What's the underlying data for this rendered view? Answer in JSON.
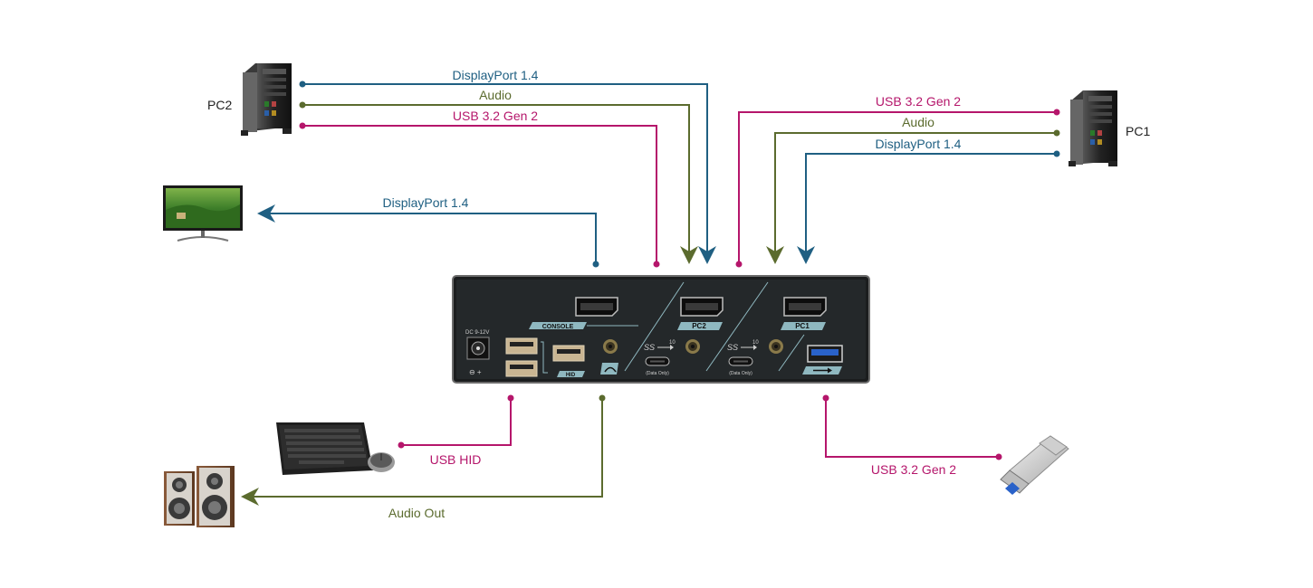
{
  "devices": {
    "pc1": "PC1",
    "pc2": "PC2"
  },
  "connections": {
    "pc2_displayport": "DisplayPort 1.4",
    "pc2_audio": "Audio",
    "pc2_usb": "USB 3.2 Gen 2",
    "pc1_usb": "USB 3.2 Gen 2",
    "pc1_audio": "Audio",
    "pc1_displayport": "DisplayPort 1.4",
    "monitor_displayport": "DisplayPort 1.4",
    "usb_hid": "USB HID",
    "audio_out": "Audio Out",
    "usb_drive": "USB 3.2 Gen 2"
  },
  "panel": {
    "console": "CONSOLE",
    "pc2": "PC2",
    "pc1": "PC1",
    "dc": "DC 9-12V",
    "hid": "HID",
    "data_only_1": "(Data Only)",
    "data_only_2": "(Data Only)",
    "ss_1": "SS",
    "ss_2": "SS",
    "ten_1": "10",
    "ten_2": "10"
  },
  "colors": {
    "displayport": "#1f5f82",
    "audio": "#5b6b2e",
    "usb": "#b5166b"
  }
}
